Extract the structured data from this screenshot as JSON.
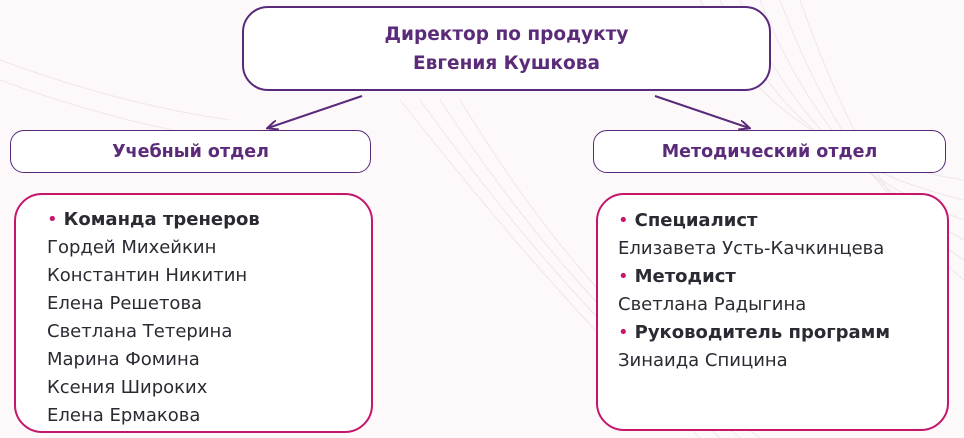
{
  "director": {
    "title": "Директор по продукту",
    "name": "Евгения Кушкова"
  },
  "departments": {
    "left": {
      "label": "Учебный отдел",
      "groups": [
        {
          "heading": "Команда тренеров",
          "members": [
            "Гордей Михейкин",
            "Константин Никитин",
            "Елена Решетова",
            "Светлана Тетерина",
            "Марина Фомина",
            "Ксения Широких",
            "Елена Ермакова"
          ]
        }
      ]
    },
    "right": {
      "label": "Методический отдел",
      "groups": [
        {
          "heading": "Специалист",
          "members": [
            "Елизавета Усть-Качкинцева"
          ]
        },
        {
          "heading": "Методист",
          "members": [
            "Светлана Радыгина"
          ]
        },
        {
          "heading": "Руководитель программ",
          "members": [
            "Зинаида Спицина"
          ]
        }
      ]
    }
  },
  "bullet": "•",
  "colors": {
    "accent_purple": "#5a2a7a",
    "accent_magenta": "#c5166b",
    "text": "#2a2a33",
    "background": "#fdf8fa"
  }
}
